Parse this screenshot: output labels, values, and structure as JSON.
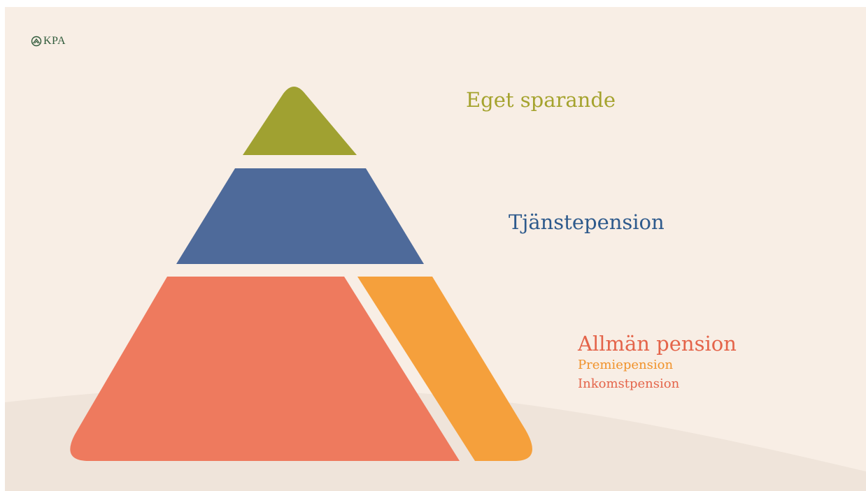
{
  "logo": {
    "text": "KPA",
    "icon": "kpa-emblem-icon"
  },
  "pyramid": {
    "levels": [
      {
        "label": "Eget sparande",
        "color": "#a0a131"
      },
      {
        "label": "Tjänstepension",
        "color": "#4e6a9a"
      },
      {
        "label": "Allmän pension",
        "color": "#ee7a5e",
        "sublabels": [
          {
            "label": "Premiepension",
            "color": "#f5a03c"
          },
          {
            "label": "Inkomstpension",
            "color": "#ee7a5e"
          }
        ]
      }
    ]
  },
  "colors": {
    "background": "#f8eee5",
    "ground": "#efe4da",
    "brand_green": "#2f5a3a"
  }
}
